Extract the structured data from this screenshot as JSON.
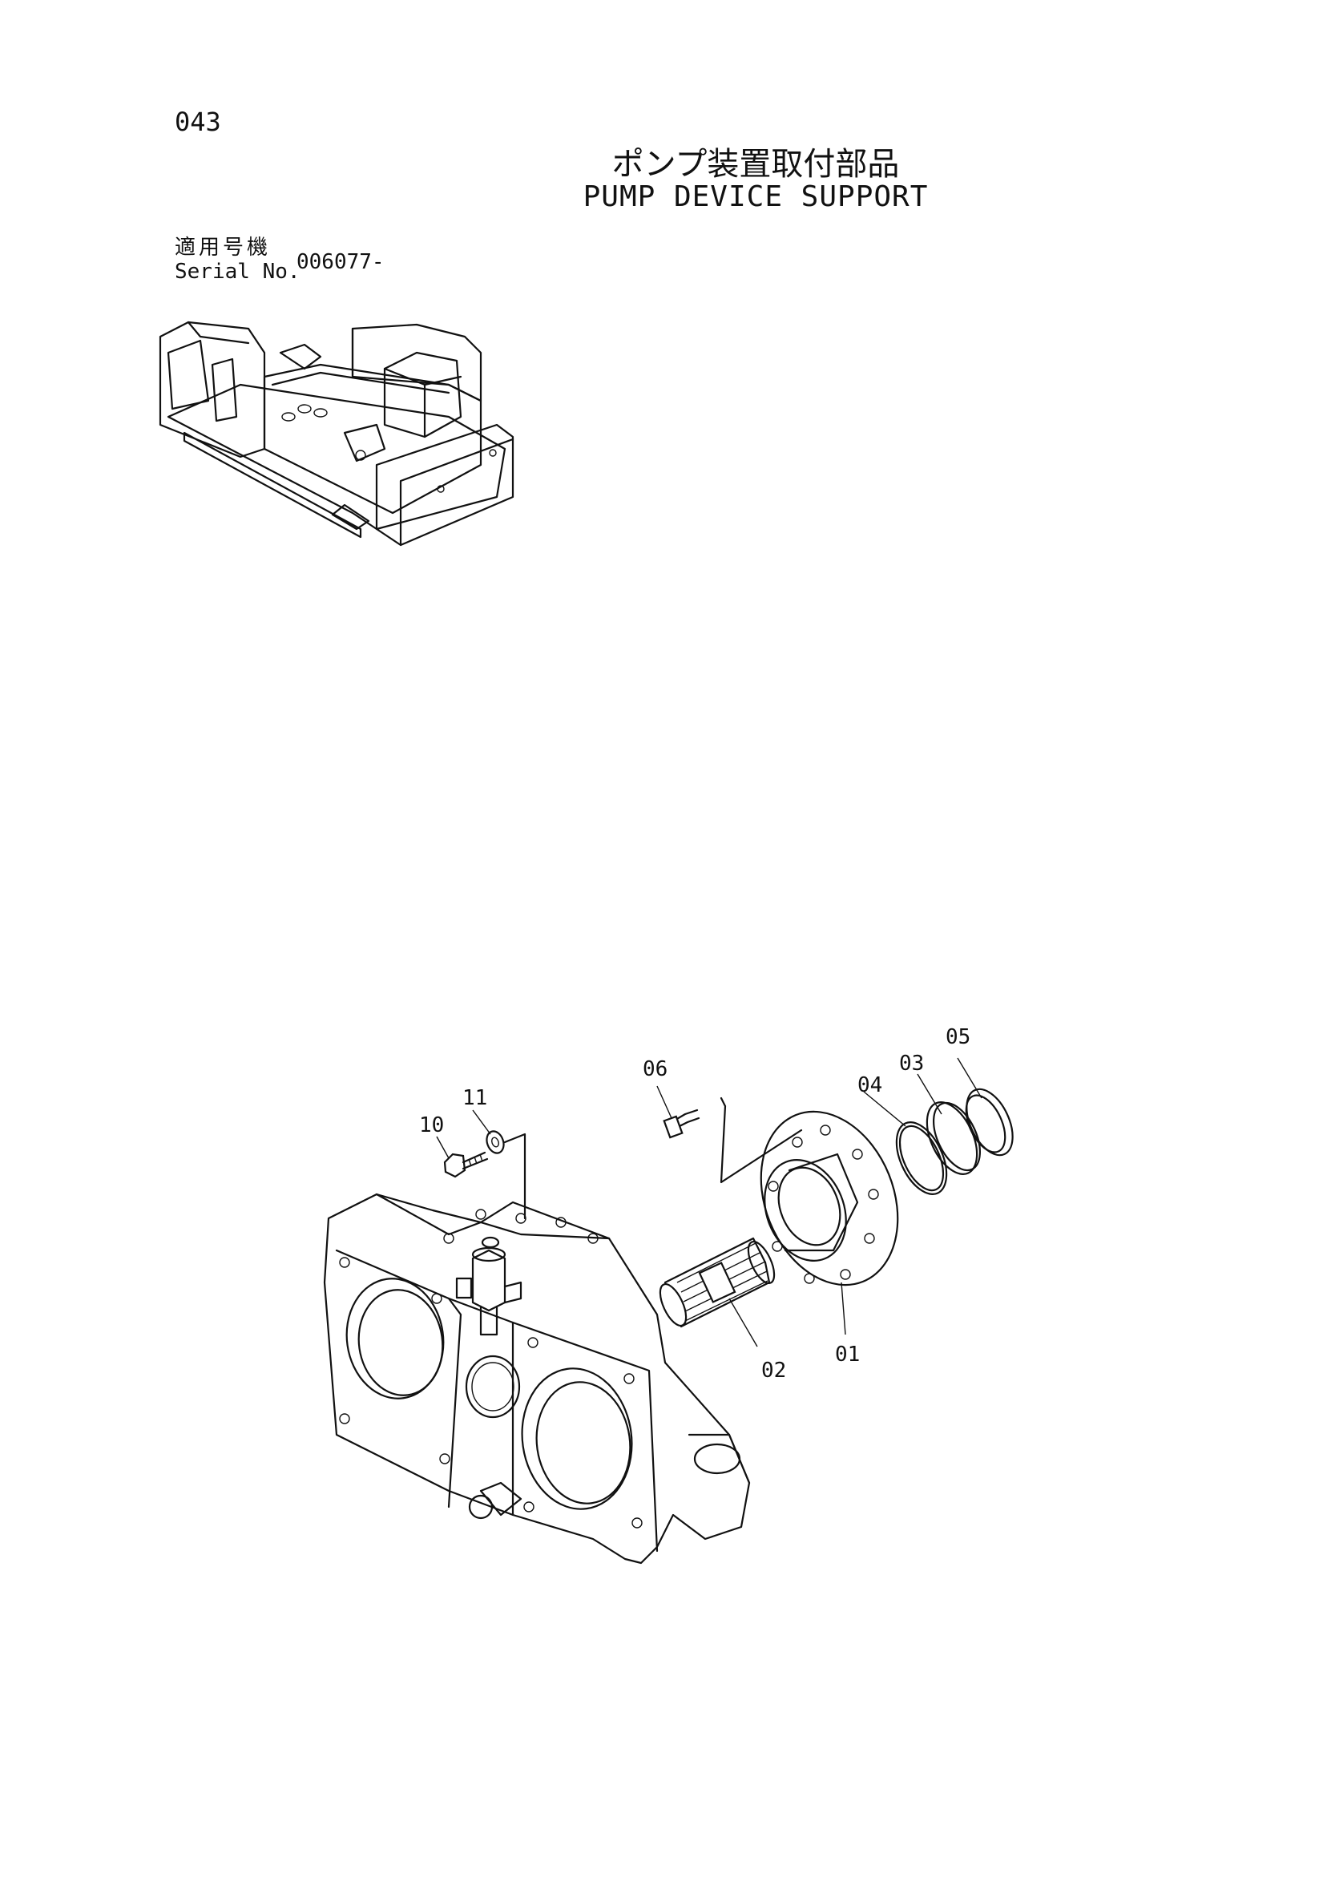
{
  "page_number": "043",
  "title_jp": "ポンプ装置取付部品",
  "title_en": "PUMP DEVICE SUPPORT",
  "serial": {
    "label_jp": "適用号機",
    "label_en": "Serial No.",
    "value": "006077-"
  },
  "callouts": {
    "c01": "01",
    "c02": "02",
    "c03": "03",
    "c04": "04",
    "c05": "05",
    "c06": "06",
    "c10": "10",
    "c11": "11"
  }
}
